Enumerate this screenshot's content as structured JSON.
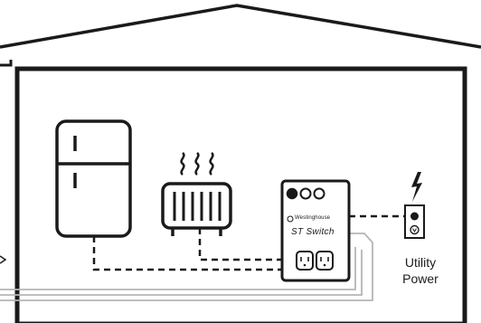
{
  "switch_device": {
    "brand": "Westinghouse",
    "model": "ST Switch",
    "status_leds": 3,
    "outlet_count": 2
  },
  "utility_power": {
    "label_line1": "Utility",
    "label_line2": "Power"
  },
  "icons": [
    "house-outline",
    "refrigerator-icon",
    "space-heater-icon",
    "transfer-switch-icon",
    "utility-outlet-icon",
    "lightning-bolt-icon"
  ],
  "colors": {
    "stroke": "#1a1a1a",
    "background": "#ffffff",
    "cable": "#b5b5b5"
  }
}
